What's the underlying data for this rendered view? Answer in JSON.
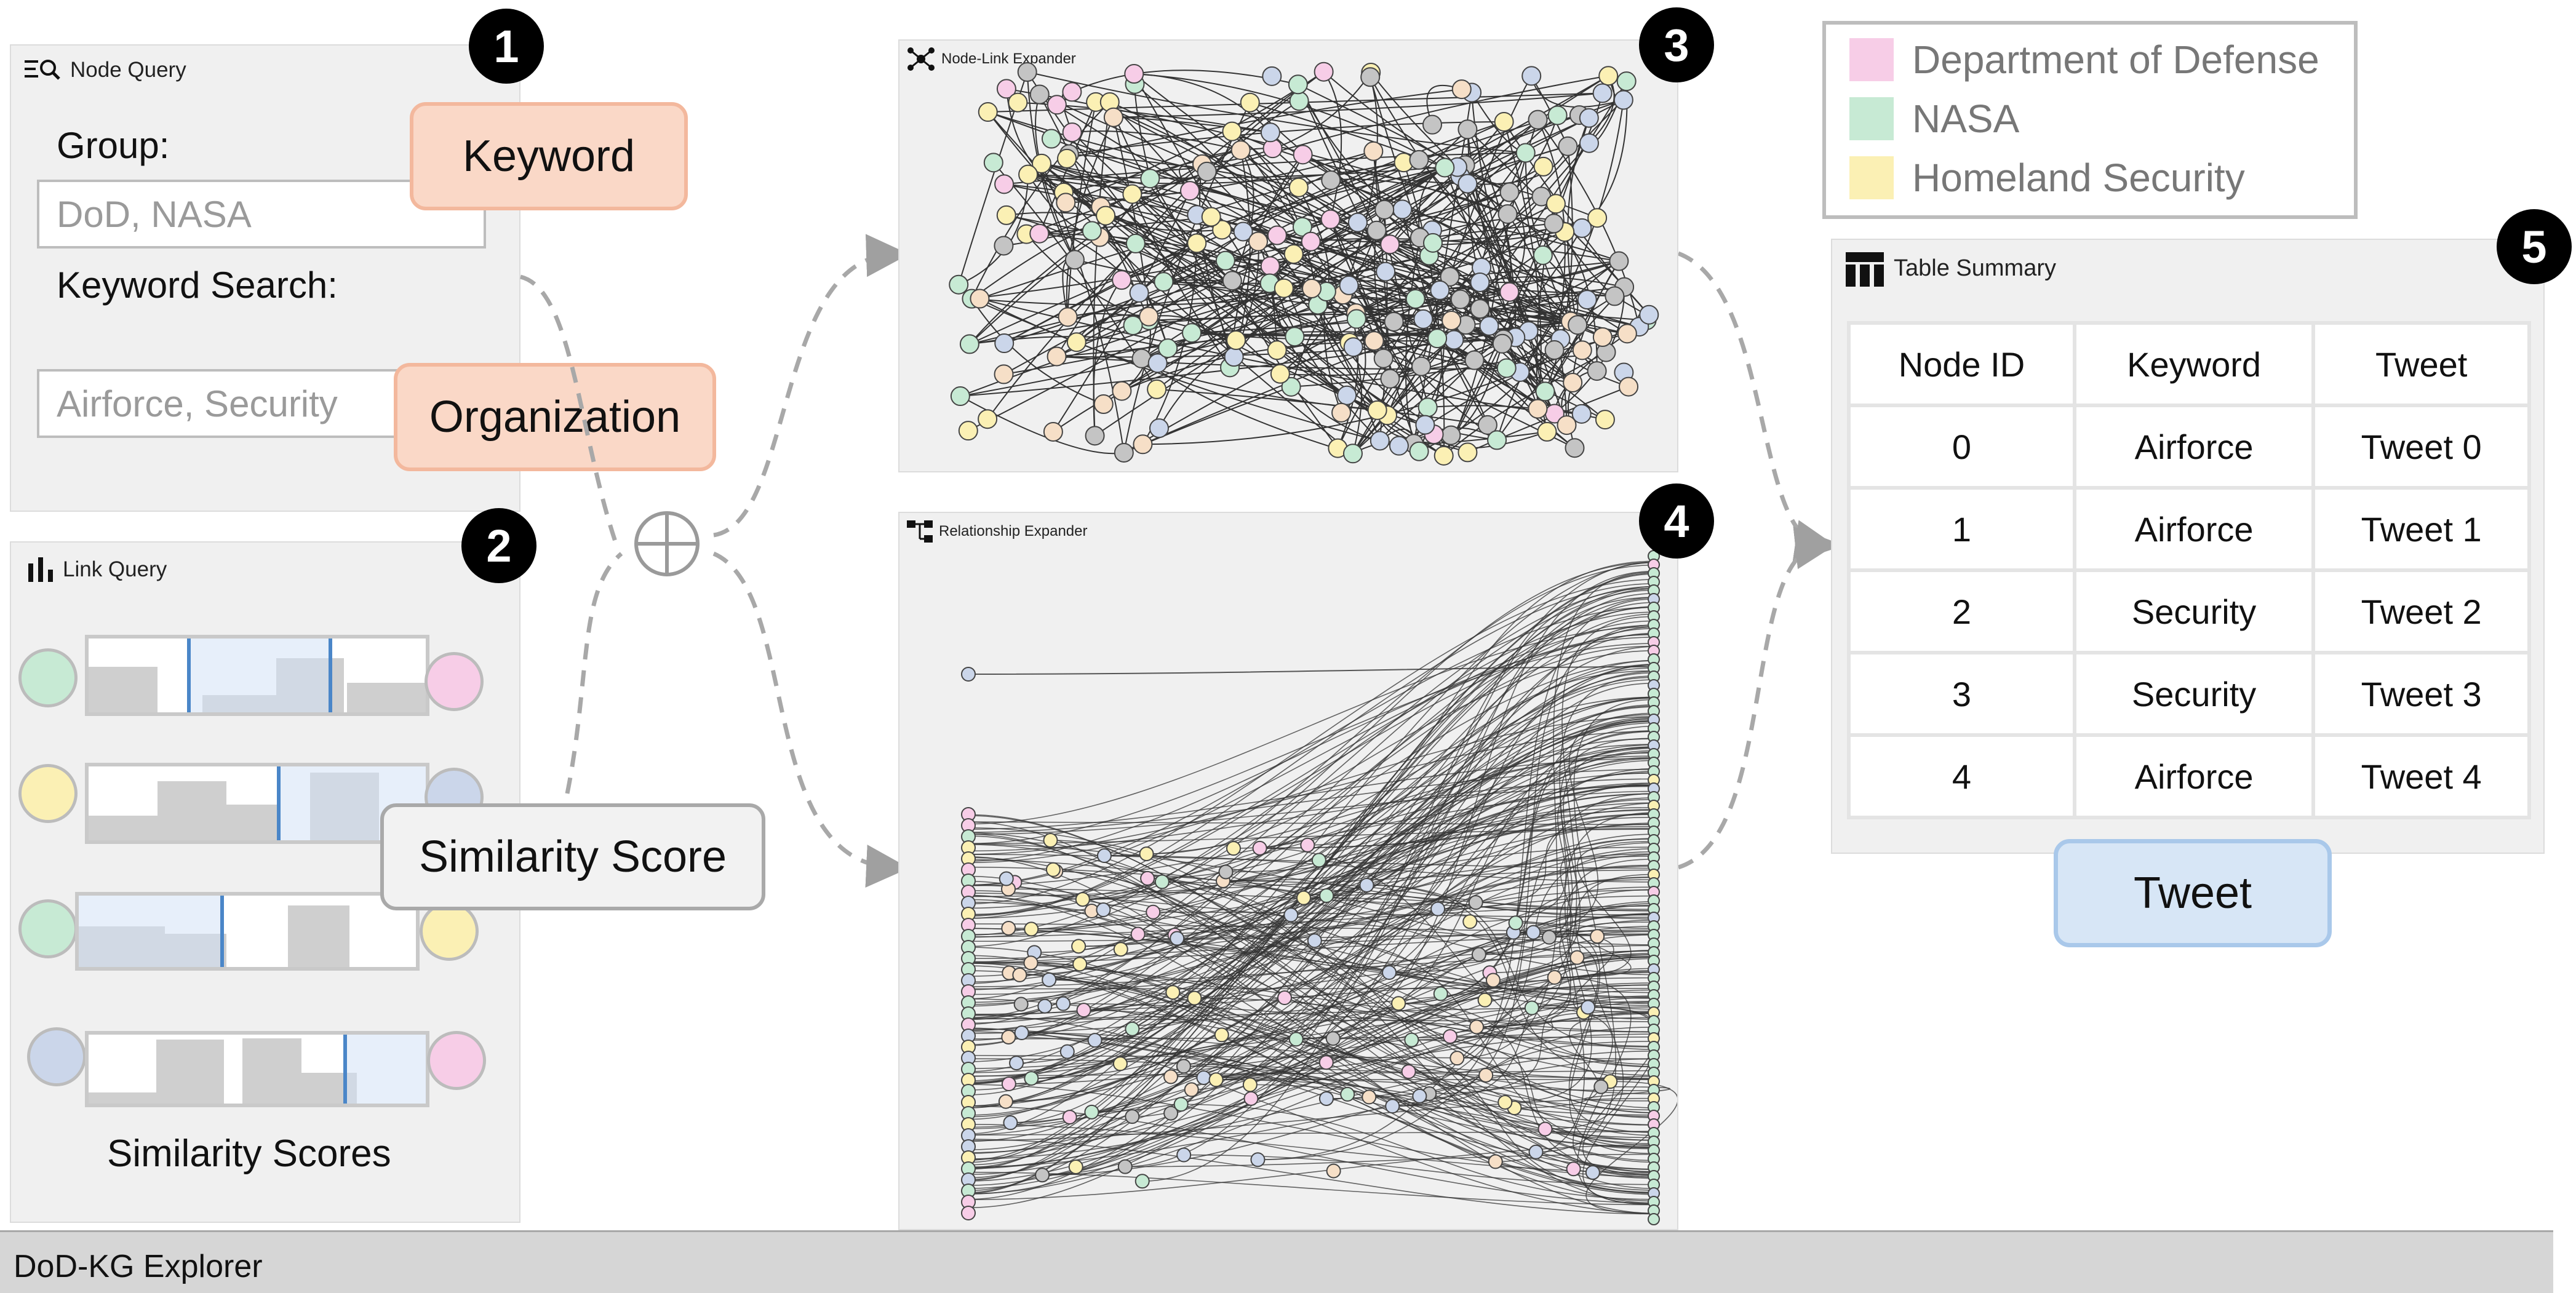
{
  "app": {
    "title": "DoD-KG Explorer"
  },
  "badges": [
    "1",
    "2",
    "3",
    "4",
    "5"
  ],
  "node_query": {
    "title": "Node Query",
    "group_label": "Group:",
    "group_value": "DoD, NASA",
    "keyword_label": "Keyword Search:",
    "keyword_value": "Airforce, Security"
  },
  "link_query": {
    "title": "Link Query",
    "footer_label": "Similarity Scores",
    "rows": [
      {
        "left_color": "#c7ead4",
        "right_color": "#f7cde7"
      },
      {
        "left_color": "#fbf0b4",
        "right_color": "#cbd6ea"
      },
      {
        "left_color": "#c7ead4",
        "right_color": "#fbf0b4"
      },
      {
        "left_color": "#cbd6ea",
        "right_color": "#f7cde7"
      }
    ]
  },
  "callouts": {
    "keyword": "Keyword",
    "organization": "Organization",
    "similarity": "Similarity Score",
    "tweet": "Tweet"
  },
  "node_link": {
    "title": "Node-Link Expander"
  },
  "relationship": {
    "title": "Relationship Expander"
  },
  "legend": {
    "items": [
      {
        "label": "Department of Defense",
        "color": "#f7cde7"
      },
      {
        "label": "NASA",
        "color": "#c7ead4"
      },
      {
        "label": "Homeland Security",
        "color": "#fbf0b4"
      }
    ]
  },
  "table_summary": {
    "title": "Table Summary",
    "headers": [
      "Node ID",
      "Keyword",
      "Tweet"
    ],
    "rows": [
      [
        "0",
        "Airforce",
        "Tweet 0"
      ],
      [
        "1",
        "Airforce",
        "Tweet 1"
      ],
      [
        "2",
        "Security",
        "Tweet 2"
      ],
      [
        "3",
        "Security",
        "Tweet 3"
      ],
      [
        "4",
        "Airforce",
        "Tweet 4"
      ]
    ]
  },
  "colors": {
    "dod": "#f7cde7",
    "nasa": "#c7ead4",
    "homeland": "#fbf0b4",
    "other_blue": "#cbd6ea",
    "other_gray": "#c4c4c4",
    "peach": "#f6dfc7"
  }
}
